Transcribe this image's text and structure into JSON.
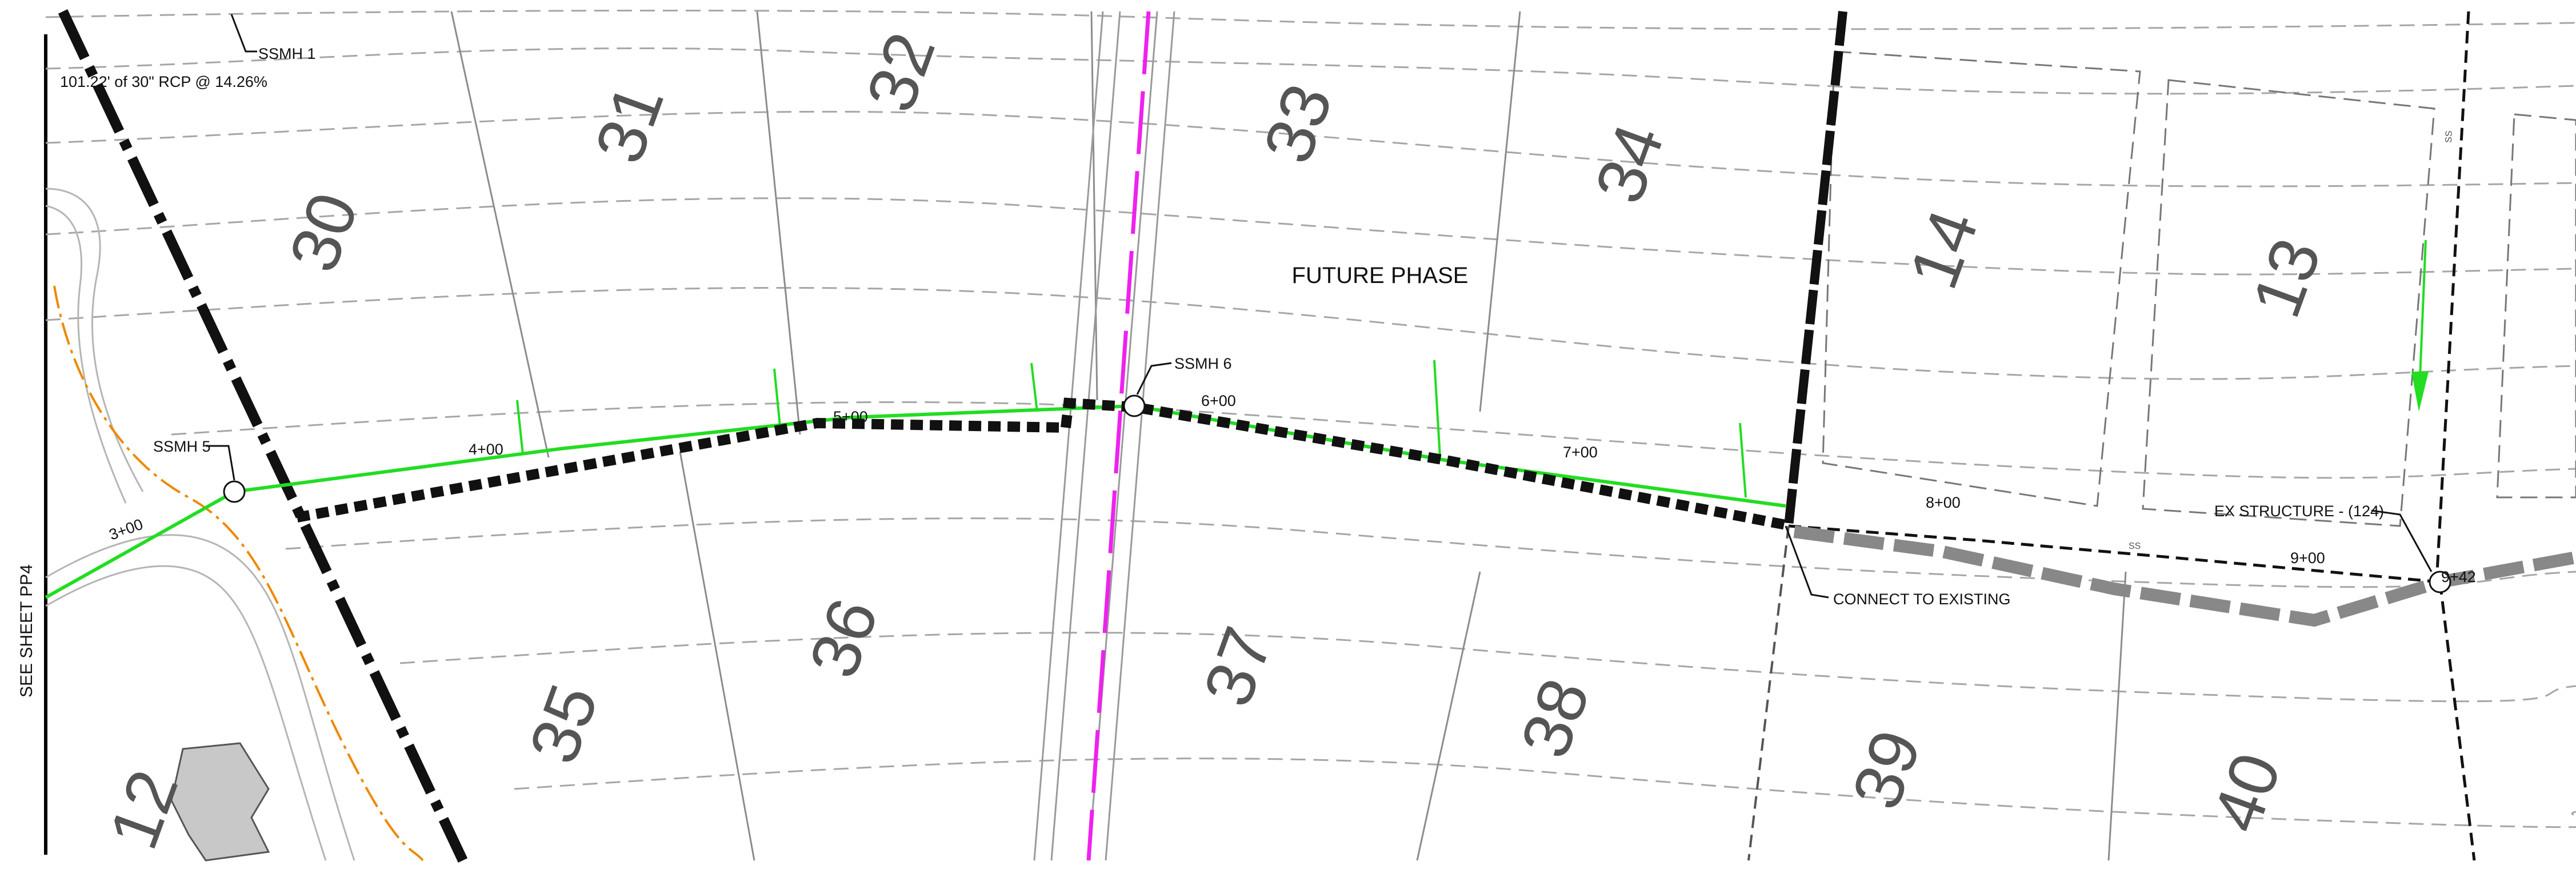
{
  "title": "FUTURE PHASE",
  "sheet_ref": "SEE SHEET PP4",
  "pipe_callout": "101.22' of 30\" RCP @ 14.26%",
  "manholes": [
    {
      "id": "ssmh1",
      "label": "SSMH 1"
    },
    {
      "id": "ssmh5",
      "label": "SSMH 5"
    },
    {
      "id": "ssmh6",
      "label": "SSMH 6"
    }
  ],
  "stations": [
    "3+00",
    "4+00",
    "5+00",
    "6+00",
    "7+00",
    "8+00",
    "9+00",
    "9+42"
  ],
  "notes": {
    "connect": "CONNECT TO EXISTING",
    "ex_structure": "EX STRUCTURE - (124)"
  },
  "lots": [
    "30",
    "31",
    "32",
    "33",
    "34",
    "14",
    "13",
    "35",
    "36",
    "37",
    "38",
    "39",
    "40",
    "12"
  ],
  "line_tags": {
    "storm": "SS",
    "ss": "SS"
  },
  "colors": {
    "proposed_sewer": "#22dd22",
    "water": "#ee22ee",
    "gas": "#ee8800",
    "contour": "#999999",
    "lot_number": "#555555",
    "heavy_line": "#111111",
    "existing_pipe": "#888888"
  }
}
